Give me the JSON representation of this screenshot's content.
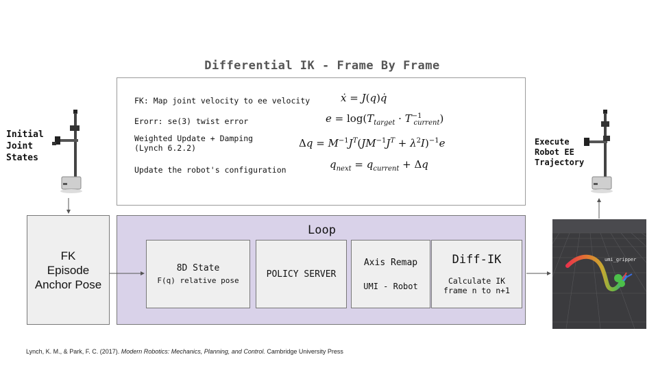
{
  "title": "Differential IK - Frame By Frame",
  "ik": {
    "rows": [
      {
        "label": "FK: Map joint velocity to ee velocity"
      },
      {
        "label": "Erorr: se(3) twist error"
      },
      {
        "label": "Weighted Update + Damping",
        "label2": "(Lynch 6.2.2)"
      },
      {
        "label": "Update the robot's configuration"
      }
    ]
  },
  "left_label": {
    "line1": "Initial",
    "line2": "Joint",
    "line3": "States"
  },
  "right_label": {
    "line1": "Execute",
    "line2": "Robot EE",
    "line3": "Trajectory"
  },
  "fk_box": {
    "line1": "FK",
    "line2": "Episode",
    "line3": "Anchor Pose"
  },
  "loop": {
    "title": "Loop",
    "state": {
      "line1": "8D State",
      "line2": "F(q) relative pose"
    },
    "policy": {
      "label": "POLICY SERVER"
    },
    "axis": {
      "line1": "Axis Remap",
      "line2": "UMI - Robot"
    },
    "diffik": {
      "title": "Diff-IK",
      "line1": "Calculate IK",
      "line2": "frame n to n+1"
    }
  },
  "sim": {
    "label": "umi_gripper"
  },
  "citation": {
    "authors": "Lynch, K. M., & Park, F. C. (2017). ",
    "book": "Modern Robotics: Mechanics, Planning, and Control.",
    "publisher": " Cambridge University Press"
  }
}
